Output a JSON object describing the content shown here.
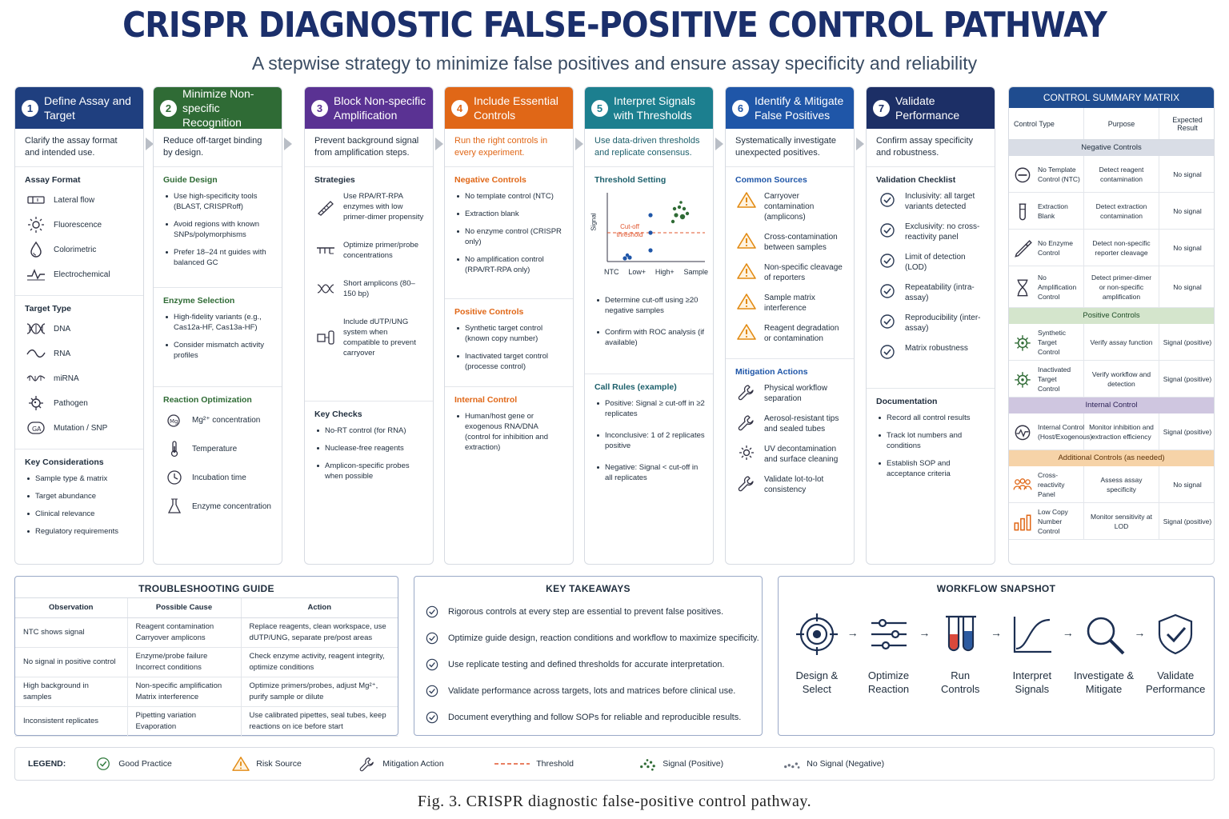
{
  "title": "CRISPR DIAGNOSTIC FALSE-POSITIVE CONTROL PATHWAY",
  "subtitle": "A stepwise strategy to minimize false positives and ensure assay specificity and reliability",
  "colors": {
    "navy": "#1f3f7f",
    "green": "#2f6b35",
    "purple": "#5a3293",
    "orange": "#e06717",
    "teal": "#1c7f8f",
    "blue": "#1f56a8",
    "darknavy": "#1c2f66",
    "risk": "#e28a12",
    "good": "#2f7a3c",
    "threshold": "#e0552e"
  },
  "steps": [
    {
      "num": "1",
      "title": "Define Assay and Target",
      "intro": "Clarify the assay format and intended use.",
      "sections": [
        {
          "head": "Assay Format",
          "items": [
            {
              "icon": "lateral-flow-icon",
              "text": "Lateral flow"
            },
            {
              "icon": "fluorescence-icon",
              "text": "Fluorescence"
            },
            {
              "icon": "colorimetric-drop-icon",
              "text": "Colorimetric"
            },
            {
              "icon": "electrochemical-wave-icon",
              "text": "Electrochemical"
            }
          ]
        },
        {
          "head": "Target Type",
          "items": [
            {
              "icon": "dna-icon",
              "text": "DNA"
            },
            {
              "icon": "rna-icon",
              "text": "RNA"
            },
            {
              "icon": "mirna-icon",
              "text": "miRNA"
            },
            {
              "icon": "pathogen-icon",
              "text": "Pathogen"
            },
            {
              "icon": "mutation-icon",
              "text": "Mutation / SNP"
            }
          ]
        },
        {
          "head": "Key Considerations",
          "bullets": [
            "Sample type & matrix",
            "Target abundance",
            "Clinical relevance",
            "Regulatory requirements"
          ]
        }
      ]
    },
    {
      "num": "2",
      "title": "Minimize Non-specific Recognition",
      "intro": "Reduce off-target binding by design.",
      "sections": [
        {
          "head": "Guide Design",
          "bullets": [
            "Use high-specificity tools (BLAST, CRISPRoff)",
            "Avoid regions with known SNPs/polymorphisms",
            "Prefer 18–24 nt guides with balanced GC"
          ]
        },
        {
          "head": "Enzyme Selection",
          "bullets": [
            "High-fidelity variants (e.g., Cas12a-HF, Cas13a-HF)",
            "Consider mismatch activity profiles"
          ]
        },
        {
          "head": "Reaction Optimization",
          "items": [
            {
              "icon": "mg-ion-icon",
              "text": "Mg²⁺ concentration"
            },
            {
              "icon": "thermometer-icon",
              "text": "Temperature"
            },
            {
              "icon": "clock-icon",
              "text": "Incubation time"
            },
            {
              "icon": "flask-icon",
              "text": "Enzyme concentration"
            }
          ]
        }
      ]
    },
    {
      "num": "3",
      "title": "Block Non-specific Amplification",
      "intro": "Prevent background signal from amplification steps.",
      "sections": [
        {
          "head": "Strategies",
          "items": [
            {
              "icon": "enzyme-icon",
              "text": "Use RPA/RT-RPA enzymes with low primer-dimer propensity"
            },
            {
              "icon": "primer-icon",
              "text": "Optimize primer/probe concentrations"
            },
            {
              "icon": "short-amplicon-icon",
              "text": "Short amplicons (80–150 bp)"
            },
            {
              "icon": "dutp-ung-icon",
              "text": "Include dUTP/UNG system when compatible to prevent carryover"
            }
          ]
        },
        {
          "head": "Key Checks",
          "bullets": [
            "No-RT control (for RNA)",
            "Nuclease-free reagents",
            "Amplicon-specific probes when possible"
          ]
        }
      ]
    },
    {
      "num": "4",
      "title": "Include Essential Controls",
      "intro": "Run the right controls in every experiment.",
      "sections": [
        {
          "head": "Negative Controls",
          "bullets": [
            "No template control (NTC)",
            "Extraction blank",
            "No enzyme control (CRISPR only)",
            "No amplification control (RPA/RT-RPA only)"
          ]
        },
        {
          "head": "Positive Controls",
          "bullets": [
            "Synthetic target control (known copy number)",
            "Inactivated target control (processe control)"
          ]
        },
        {
          "head": "Internal Control",
          "bullets": [
            "Human/host gene or exogenous RNA/DNA (control for inhibition and extraction)"
          ]
        }
      ]
    },
    {
      "num": "5",
      "title": "Interpret Signals with Thresholds",
      "intro": "Use data-driven thresholds and replicate consensus.",
      "sections": [
        {
          "head": "Threshold Setting",
          "bullets": [
            "Determine cut-off using ≥20 negative samples",
            "Confirm with ROC analysis (if available)"
          ]
        },
        {
          "head": "Call Rules (example)",
          "bullets": [
            "Positive: Signal ≥ cut-off in ≥2 replicates",
            "Inconclusive: 1 of 2 replicates positive",
            "Negative: Signal < cut-off in all replicates"
          ]
        }
      ]
    },
    {
      "num": "6",
      "title": "Identify & Mitigate False Positives",
      "intro": "Systematically investigate unexpected positives.",
      "sections": [
        {
          "head": "Common Sources",
          "items": [
            {
              "icon": "warning-icon",
              "text": "Carryover contamination (amplicons)"
            },
            {
              "icon": "warning-icon",
              "text": "Cross-contamination between samples"
            },
            {
              "icon": "warning-icon",
              "text": "Non-specific cleavage of reporters"
            },
            {
              "icon": "warning-icon",
              "text": "Sample matrix interference"
            },
            {
              "icon": "warning-icon",
              "text": "Reagent degradation or contamination"
            }
          ]
        },
        {
          "head": "Mitigation Actions",
          "items": [
            {
              "icon": "wrench-icon",
              "text": "Physical workflow separation"
            },
            {
              "icon": "wrench-icon",
              "text": "Aerosol-resistant tips and sealed tubes"
            },
            {
              "icon": "uv-icon",
              "text": "UV decontamination and surface cleaning"
            },
            {
              "icon": "wrench-icon",
              "text": "Validate lot-to-lot consistency"
            }
          ]
        }
      ]
    },
    {
      "num": "7",
      "title": "Validate Performance",
      "intro": "Confirm assay specificity and robustness.",
      "sections": [
        {
          "head": "Validation Checklist",
          "items": [
            {
              "icon": "check-circle-icon",
              "text": "Inclusivity: all target variants detected"
            },
            {
              "icon": "check-circle-icon",
              "text": "Exclusivity: no cross-reactivity panel"
            },
            {
              "icon": "check-circle-icon",
              "text": "Limit of detection (LOD)"
            },
            {
              "icon": "check-circle-icon",
              "text": "Repeatability (intra-assay)"
            },
            {
              "icon": "check-circle-icon",
              "text": "Reproducibility (inter-assay)"
            },
            {
              "icon": "check-circle-icon",
              "text": "Matrix robustness"
            }
          ]
        },
        {
          "head": "Documentation",
          "bullets": [
            "Record all control results",
            "Track lot numbers and conditions",
            "Establish SOP and acceptance criteria"
          ]
        }
      ]
    }
  ],
  "threshold_plot": {
    "ylabel": "Signal",
    "cutoff_label": "Cut-off threshold",
    "categories": [
      "NTC",
      "Low+",
      "High+",
      "Sample"
    ]
  },
  "matrix": {
    "title": "CONTROL SUMMARY MATRIX",
    "columns": [
      "Control Type",
      "Purpose",
      "Expected Result"
    ],
    "groups": [
      {
        "name": "Negative Controls",
        "rows": [
          {
            "icon": "no-template-icon",
            "type": "No Template Control (NTC)",
            "purpose": "Detect reagent contamination",
            "result": "No signal"
          },
          {
            "icon": "tube-icon",
            "type": "Extraction Blank",
            "purpose": "Detect extraction contamination",
            "result": "No signal"
          },
          {
            "icon": "pipette-icon",
            "type": "No Enzyme Control",
            "purpose": "Detect non-specific reporter cleavage",
            "result": "No signal"
          },
          {
            "icon": "hourglass-icon",
            "type": "No Amplification Control",
            "purpose": "Detect primer-dimer or non-specific amplification",
            "result": "No signal"
          }
        ]
      },
      {
        "name": "Positive Controls",
        "rows": [
          {
            "icon": "virus-icon",
            "type": "Synthetic Target Control",
            "purpose": "Verify assay function",
            "result": "Signal (positive)"
          },
          {
            "icon": "virus-icon",
            "type": "Inactivated Target Control",
            "purpose": "Verify workflow and detection",
            "result": "Signal (positive)"
          }
        ]
      },
      {
        "name": "Internal Control",
        "rows": [
          {
            "icon": "host-icon",
            "type": "Internal Control (Host/Exogenous)",
            "purpose": "Monitor inhibition and extraction efficiency",
            "result": "Signal (positive)"
          }
        ]
      },
      {
        "name": "Additional Controls (as needed)",
        "rows": [
          {
            "icon": "people-icon",
            "type": "Cross-reactivity Panel",
            "purpose": "Assess assay specificity",
            "result": "No signal"
          },
          {
            "icon": "bar-chart-icon",
            "type": "Low Copy Number Control",
            "purpose": "Monitor sensitivity at LOD",
            "result": "Signal (positive)"
          }
        ]
      }
    ]
  },
  "troubleshooting": {
    "title": "TROUBLESHOOTING GUIDE",
    "columns": [
      "Observation",
      "Possible Cause",
      "Action"
    ],
    "rows": [
      {
        "obs": "NTC shows signal",
        "cause": "Reagent contamination Carryover amplicons",
        "action": "Replace reagents, clean workspace, use dUTP/UNG, separate pre/post areas"
      },
      {
        "obs": "No signal in positive control",
        "cause": "Enzyme/probe failure Incorrect conditions",
        "action": "Check enzyme activity, reagent integrity, optimize conditions"
      },
      {
        "obs": "High background in samples",
        "cause": "Non-specific amplification Matrix interference",
        "action": "Optimize primers/probes, adjust Mg²⁺, purify sample or dilute"
      },
      {
        "obs": "Inconsistent replicates",
        "cause": "Pipetting variation Evaporation",
        "action": "Use calibrated pipettes, seal tubes, keep reactions on ice before start"
      }
    ]
  },
  "takeaways": {
    "title": "KEY TAKEAWAYS",
    "items": [
      "Rigorous controls at every step are essential to prevent false positives.",
      "Optimize guide design, reaction conditions and workflow to maximize specificity.",
      "Use replicate testing and defined thresholds for accurate interpretation.",
      "Validate performance across targets, lots and matrices before clinical use.",
      "Document everything and follow SOPs for reliable and reproducible results."
    ]
  },
  "workflow": {
    "title": "WORKFLOW SNAPSHOT",
    "items": [
      {
        "icon": "target-icon",
        "label": "Design & Select"
      },
      {
        "icon": "sliders-icon",
        "label": "Optimize Reaction"
      },
      {
        "icon": "tubes-icon",
        "label": "Run Controls"
      },
      {
        "icon": "curve-icon",
        "label": "Interpret Signals"
      },
      {
        "icon": "magnifier-icon",
        "label": "Investigate & Mitigate"
      },
      {
        "icon": "shield-check-icon",
        "label": "Validate Performance"
      }
    ]
  },
  "legend": {
    "title": "LEGEND:",
    "items": [
      {
        "icon": "check-circle-icon",
        "label": "Good Practice"
      },
      {
        "icon": "warning-icon",
        "label": "Risk Source"
      },
      {
        "icon": "wrench-icon",
        "label": "Mitigation Action"
      },
      {
        "icon": "threshold-line-icon",
        "label": "Threshold"
      },
      {
        "icon": "positive-dots-icon",
        "label": "Signal (Positive)"
      },
      {
        "icon": "negative-dots-icon",
        "label": "No Signal (Negative)"
      }
    ]
  },
  "caption": "Fig. 3.  CRISPR diagnostic false-positive control pathway."
}
